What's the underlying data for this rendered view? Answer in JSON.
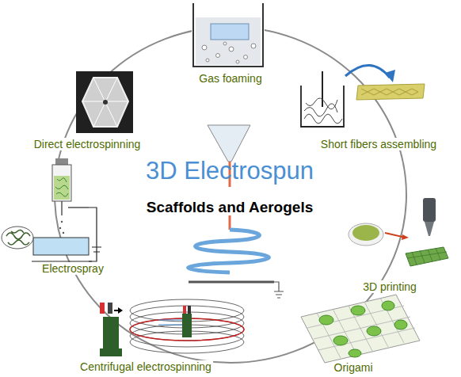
{
  "diagram": {
    "title": "3D Electrospun",
    "labels": [
      "Scaffolds and Aerogels",
      "Gas foaming",
      "Short fibers assembling",
      "3D printing",
      "Origami",
      "Centrifugal electrospinning",
      "Electrospray",
      "Direct electrospinning"
    ]
  }
}
